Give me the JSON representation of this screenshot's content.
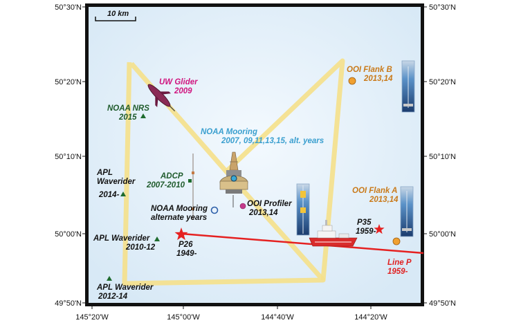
{
  "map": {
    "lat_labels": [
      "50°30'N",
      "50°20'N",
      "50°10'N",
      "50°00'N",
      "49°50'N"
    ],
    "lon_labels": [
      "145°20'W",
      "145°00'W",
      "144°40'W",
      "144°20'W"
    ],
    "scale_bar": "10 km",
    "colors": {
      "water": "#e9f3fb",
      "track": "#f5e08a",
      "line_p": "#e52121",
      "green_site": "#1e6b2e",
      "ooi_flank": "#f0a030",
      "noaa_blue": "#3a9fcf"
    }
  },
  "labels": {
    "uw_glider": [
      "UW Glider",
      "2009"
    ],
    "noaa_nrs": [
      "NOAA NRS",
      "2015"
    ],
    "noaa_mooring": [
      "NOAA Mooring",
      "2007, 09,11,13,15, alt. years"
    ],
    "apl_w1": [
      "APL",
      "Waverider",
      "2014-"
    ],
    "adcp": [
      "ADCP",
      "2007-2010"
    ],
    "noaa_alt": [
      "NOAA Mooring",
      "alternate years"
    ],
    "ooi_profiler": [
      "OOI Profiler",
      "2013,14"
    ],
    "apl_w2": [
      "APL Waverider",
      "2010-12"
    ],
    "p26": [
      "P26",
      "1949-"
    ],
    "apl_w3": [
      "APL Waverider",
      "2012-14"
    ],
    "ooi_flank_b": [
      "OOI Flank B",
      "2013,14"
    ],
    "ooi_flank_a": [
      "OOI Flank A",
      "2013,14"
    ],
    "p35": [
      "P35",
      "1959-"
    ],
    "line_p": [
      "Line P",
      "1959-"
    ]
  }
}
